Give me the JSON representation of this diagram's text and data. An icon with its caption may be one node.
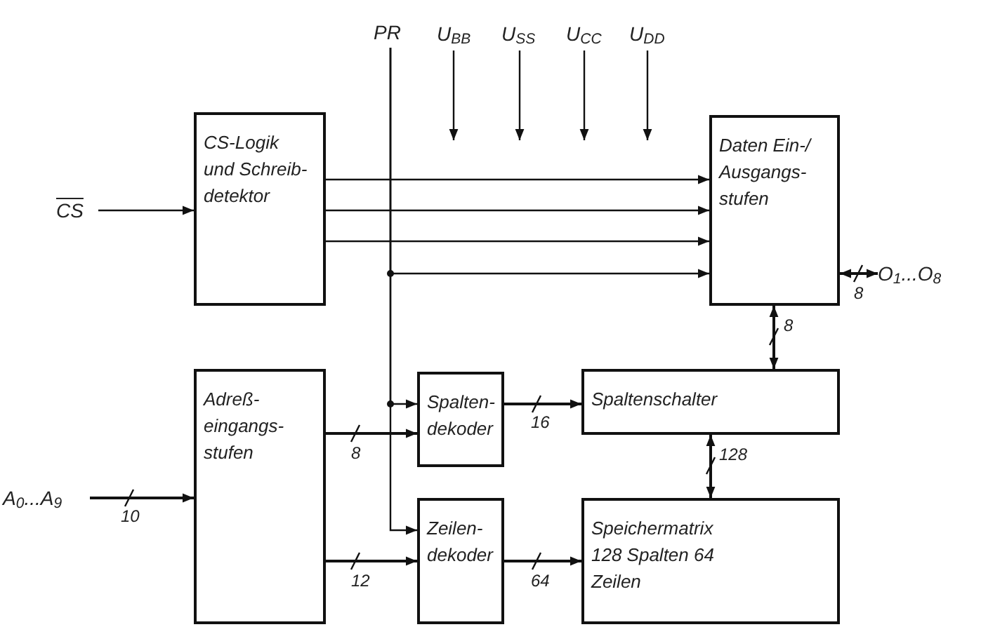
{
  "diagram": {
    "nodes": [
      {
        "text": [
          "CS"
        ]
      },
      {
        "text": [
          "CS-Logik und Schreib- detektor"
        ]
      },
      {
        "text": [
          "PR"
        ]
      },
      {
        "text": [
          "U$_{BB}$"
        ]
      },
      {
        "text": [
          "U$_{SS}$"
        ]
      },
      {
        "text": [
          "U$_{CC}$"
        ]
      },
      {
        "text": [
          "U$_{DD}$"
        ]
      },
      {
        "text": [
          "Daten Ein-/ Ausgangs- stufen"
        ]
      },
      {
        "text": [
          "O$_{1}$...O$_{8}$"
        ]
      },
      {
        "text": [
          "A$_{0}$...A$_{9}$"
        ]
      },
      {
        "text": [
          "Adreß- eingangs- stufen"
        ]
      },
      {
        "text": [
          "Spalten- dekoder"
        ]
      },
      {
        "text": [
          "Zeilen- dekoder"
        ]
      },
      {
        "text": [
          "Spaltenschalter"
        ]
      },
      {
        "text": [
          "Speichermatrix 128 Spalten 64 Zeilen"
        ]
      }
    ],
    "edges": [
      {
        "from": 0,
        "to": 1,
        "arrow": "to"
      },
      {
        "from": 1,
        "to": 7,
        "arrow": "to"
      },
      {
        "from": 1,
        "to": 7,
        "arrow": "to"
      },
      {
        "from": 1,
        "to": 7,
        "arrow": "to"
      },
      {
        "from": 2,
        "to": 7,
        "arrow": "to"
      },
      {
        "from": 2,
        "to": 11,
        "arrow": "to"
      },
      {
        "from": 2,
        "to": 12,
        "arrow": "to"
      },
      {
        "from": 3,
        "to": null,
        "arrow": "to"
      },
      {
        "from": 4,
        "to": null,
        "arrow": "to"
      },
      {
        "from": 5,
        "to": null,
        "arrow": "to"
      },
      {
        "from": 6,
        "to": null,
        "arrow": "to"
      },
      {
        "from": 7,
        "to": 8,
        "arrow": "both",
        "label": "8"
      },
      {
        "from": 9,
        "to": 10,
        "arrow": "to",
        "label": "10"
      },
      {
        "from": 10,
        "to": 11,
        "arrow": "to",
        "label": "8"
      },
      {
        "from": 10,
        "to": 12,
        "arrow": "to",
        "label": "12"
      },
      {
        "from": 11,
        "to": 13,
        "arrow": "to",
        "label": "16"
      },
      {
        "from": 12,
        "to": 14,
        "arrow": "to",
        "label": "64"
      },
      {
        "from": 7,
        "to": 13,
        "arrow": "both",
        "label": "8"
      },
      {
        "from": 13,
        "to": 14,
        "arrow": "both",
        "label": "128"
      }
    ]
  }
}
